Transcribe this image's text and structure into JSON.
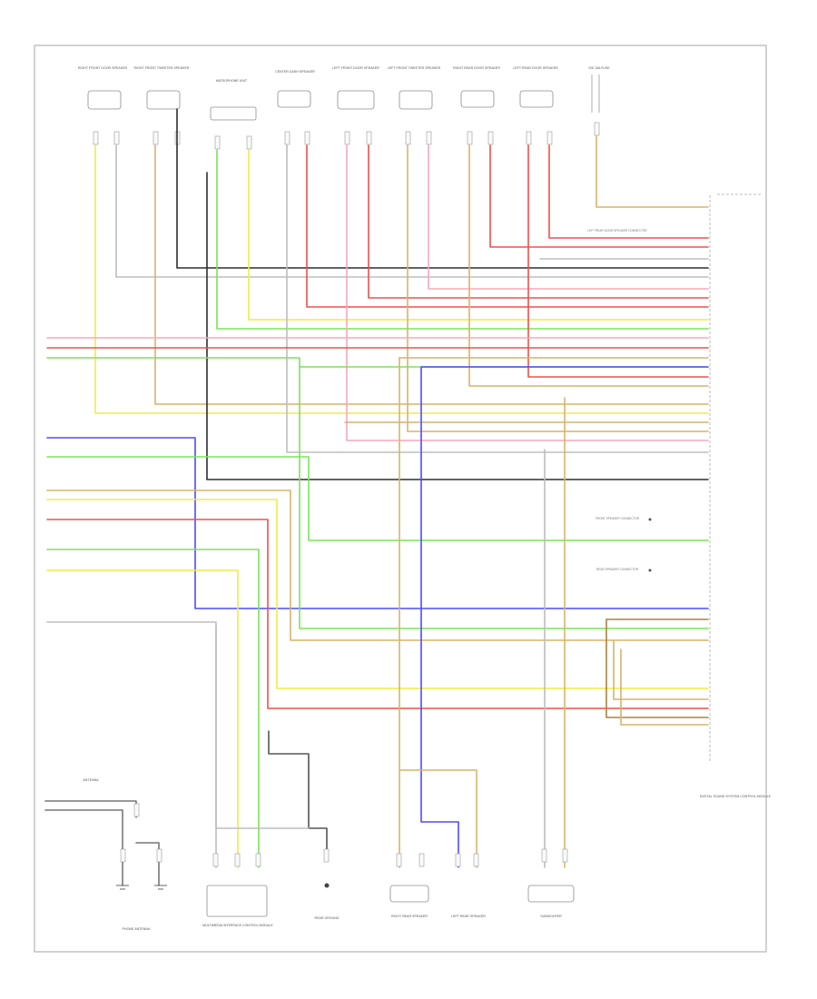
{
  "diagram": {
    "page_id": "",
    "components": {
      "top": [
        {
          "name": "RIGHT FRONT DOOR SPEAKER"
        },
        {
          "name": "RIGHT FRONT TWEETER SPEAKER"
        },
        {
          "name": "MICROPHONE UNIT"
        },
        {
          "name": "CENTER DASH SPEAKER"
        },
        {
          "name": "LEFT FRONT DOOR SPEAKER"
        },
        {
          "name": "LEFT FRONT TWEETER SPEAKER"
        },
        {
          "name": "RIGHT REAR DOOR SPEAKER"
        },
        {
          "name": "LEFT REAR DOOR SPEAKER"
        },
        {
          "name": "S/E 15A FUSE"
        }
      ],
      "bottom": [
        {
          "name": "PHONE ANTENNA"
        },
        {
          "name": "MULTIMEDIA INTERFACE CONTROL MODULE"
        },
        {
          "name": "REAR GROUND"
        },
        {
          "name": "RIGHT REAR SPEAKER"
        },
        {
          "name": "LEFT REAR SPEAKER"
        },
        {
          "name": "SUBWOOFER"
        }
      ],
      "right": [
        {
          "name": "DIGITAL SOUND SYSTEM CONTROL MODULE"
        }
      ],
      "mid": [
        {
          "name": "LEFT REAR DOOR SPEAKER CONNECTOR"
        },
        {
          "name": "FRONT SPEAKER CONNECTOR"
        },
        {
          "name": "REAR SPEAKER CONNECTOR"
        }
      ],
      "left_labels": {
        "antenna": "ANTENNA"
      }
    },
    "wire_colors": {
      "yellow": "#f2e94a",
      "tan": "#d7b46a",
      "red": "#f0504a",
      "green": "#7de35a",
      "blue": "#4b4bff",
      "black": "#2e2e2e",
      "gray": "#bdbdbd",
      "pink": "#f7a8b8",
      "brown": "#b08040",
      "orange": "#e6a04a"
    }
  }
}
